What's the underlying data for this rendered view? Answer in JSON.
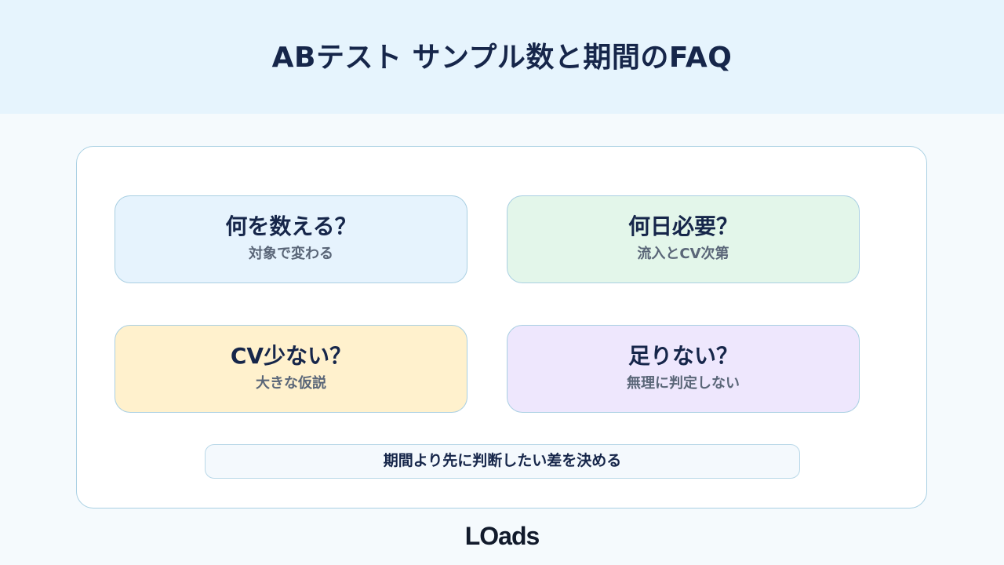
{
  "title": "ABテスト サンプル数と期間のFAQ",
  "cards": [
    {
      "question": "何を数える？",
      "answer": "対象で変わる",
      "color": "#e6f3fd"
    },
    {
      "question": "何日必要？",
      "answer": "流入とCV次第",
      "color": "#e3f6ea"
    },
    {
      "question": "CV少ない？",
      "answer": "大きな仮説",
      "color": "#fff1cd"
    },
    {
      "question": "足りない？",
      "answer": "無理に判定しない",
      "color": "#eee7fd"
    }
  ],
  "footer_note": "期間より先に判断したい差を決める",
  "logo": "LOads"
}
